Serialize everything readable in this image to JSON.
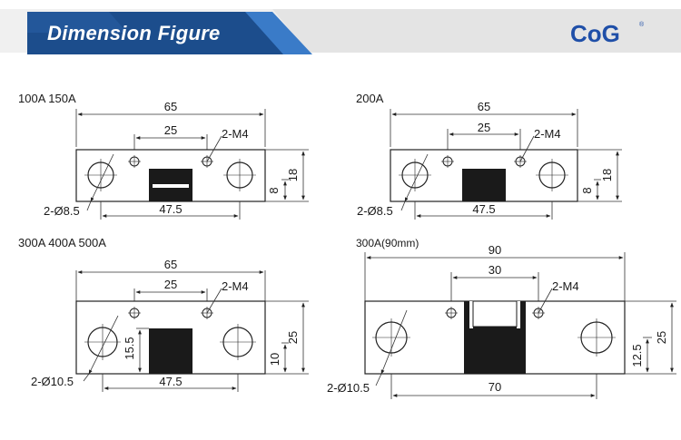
{
  "header": {
    "title": "Dimension Figure",
    "brand": "CoG",
    "brand_mark": "®",
    "colors": {
      "banner_dark": "#1c4d8c",
      "banner_light": "#3a7bc8",
      "banner_bg": "#ececec",
      "logo": "#1f4fa8"
    }
  },
  "diagrams": [
    {
      "model": "100A 150A",
      "width": "65",
      "hole_spacing": "25",
      "screw": "2-M4",
      "height": "18",
      "body_height": "8",
      "mount_spacing": "47.5",
      "mount_hole": "2-Ø8.5"
    },
    {
      "model": "200A",
      "width": "65",
      "hole_spacing": "25",
      "screw": "2-M4",
      "height": "18",
      "body_height": "8",
      "mount_spacing": "47.5",
      "mount_hole": "2-Ø8.5"
    },
    {
      "model": "300A 400A 500A",
      "width": "65",
      "hole_spacing": "25",
      "screw": "2-M4",
      "height": "25",
      "body_height": "10",
      "shunt_height": "15.5",
      "mount_spacing": "47.5",
      "mount_hole": "2-Ø10.5"
    },
    {
      "model": "300A(90mm)",
      "width": "90",
      "hole_spacing": "30",
      "screw": "2-M4",
      "height": "25",
      "body_height": "12.5",
      "mount_spacing": "70",
      "mount_hole": "2-Ø10.5"
    }
  ]
}
